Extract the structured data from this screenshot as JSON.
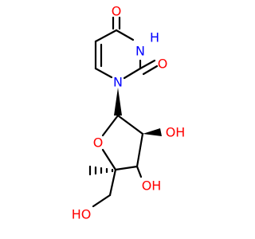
{
  "colors": {
    "carbon": "#000000",
    "oxygen": "#ff0000",
    "nitrogen": "#0000ff",
    "background": "#ffffff"
  },
  "labels": {
    "o_c4": "O",
    "n3h": "H",
    "n3": "N",
    "o_c2": "O",
    "n1": "N",
    "o_ring": "O",
    "oh_c2p": "OH",
    "oh_c3p": "OH",
    "oh_c5p": "HO"
  }
}
